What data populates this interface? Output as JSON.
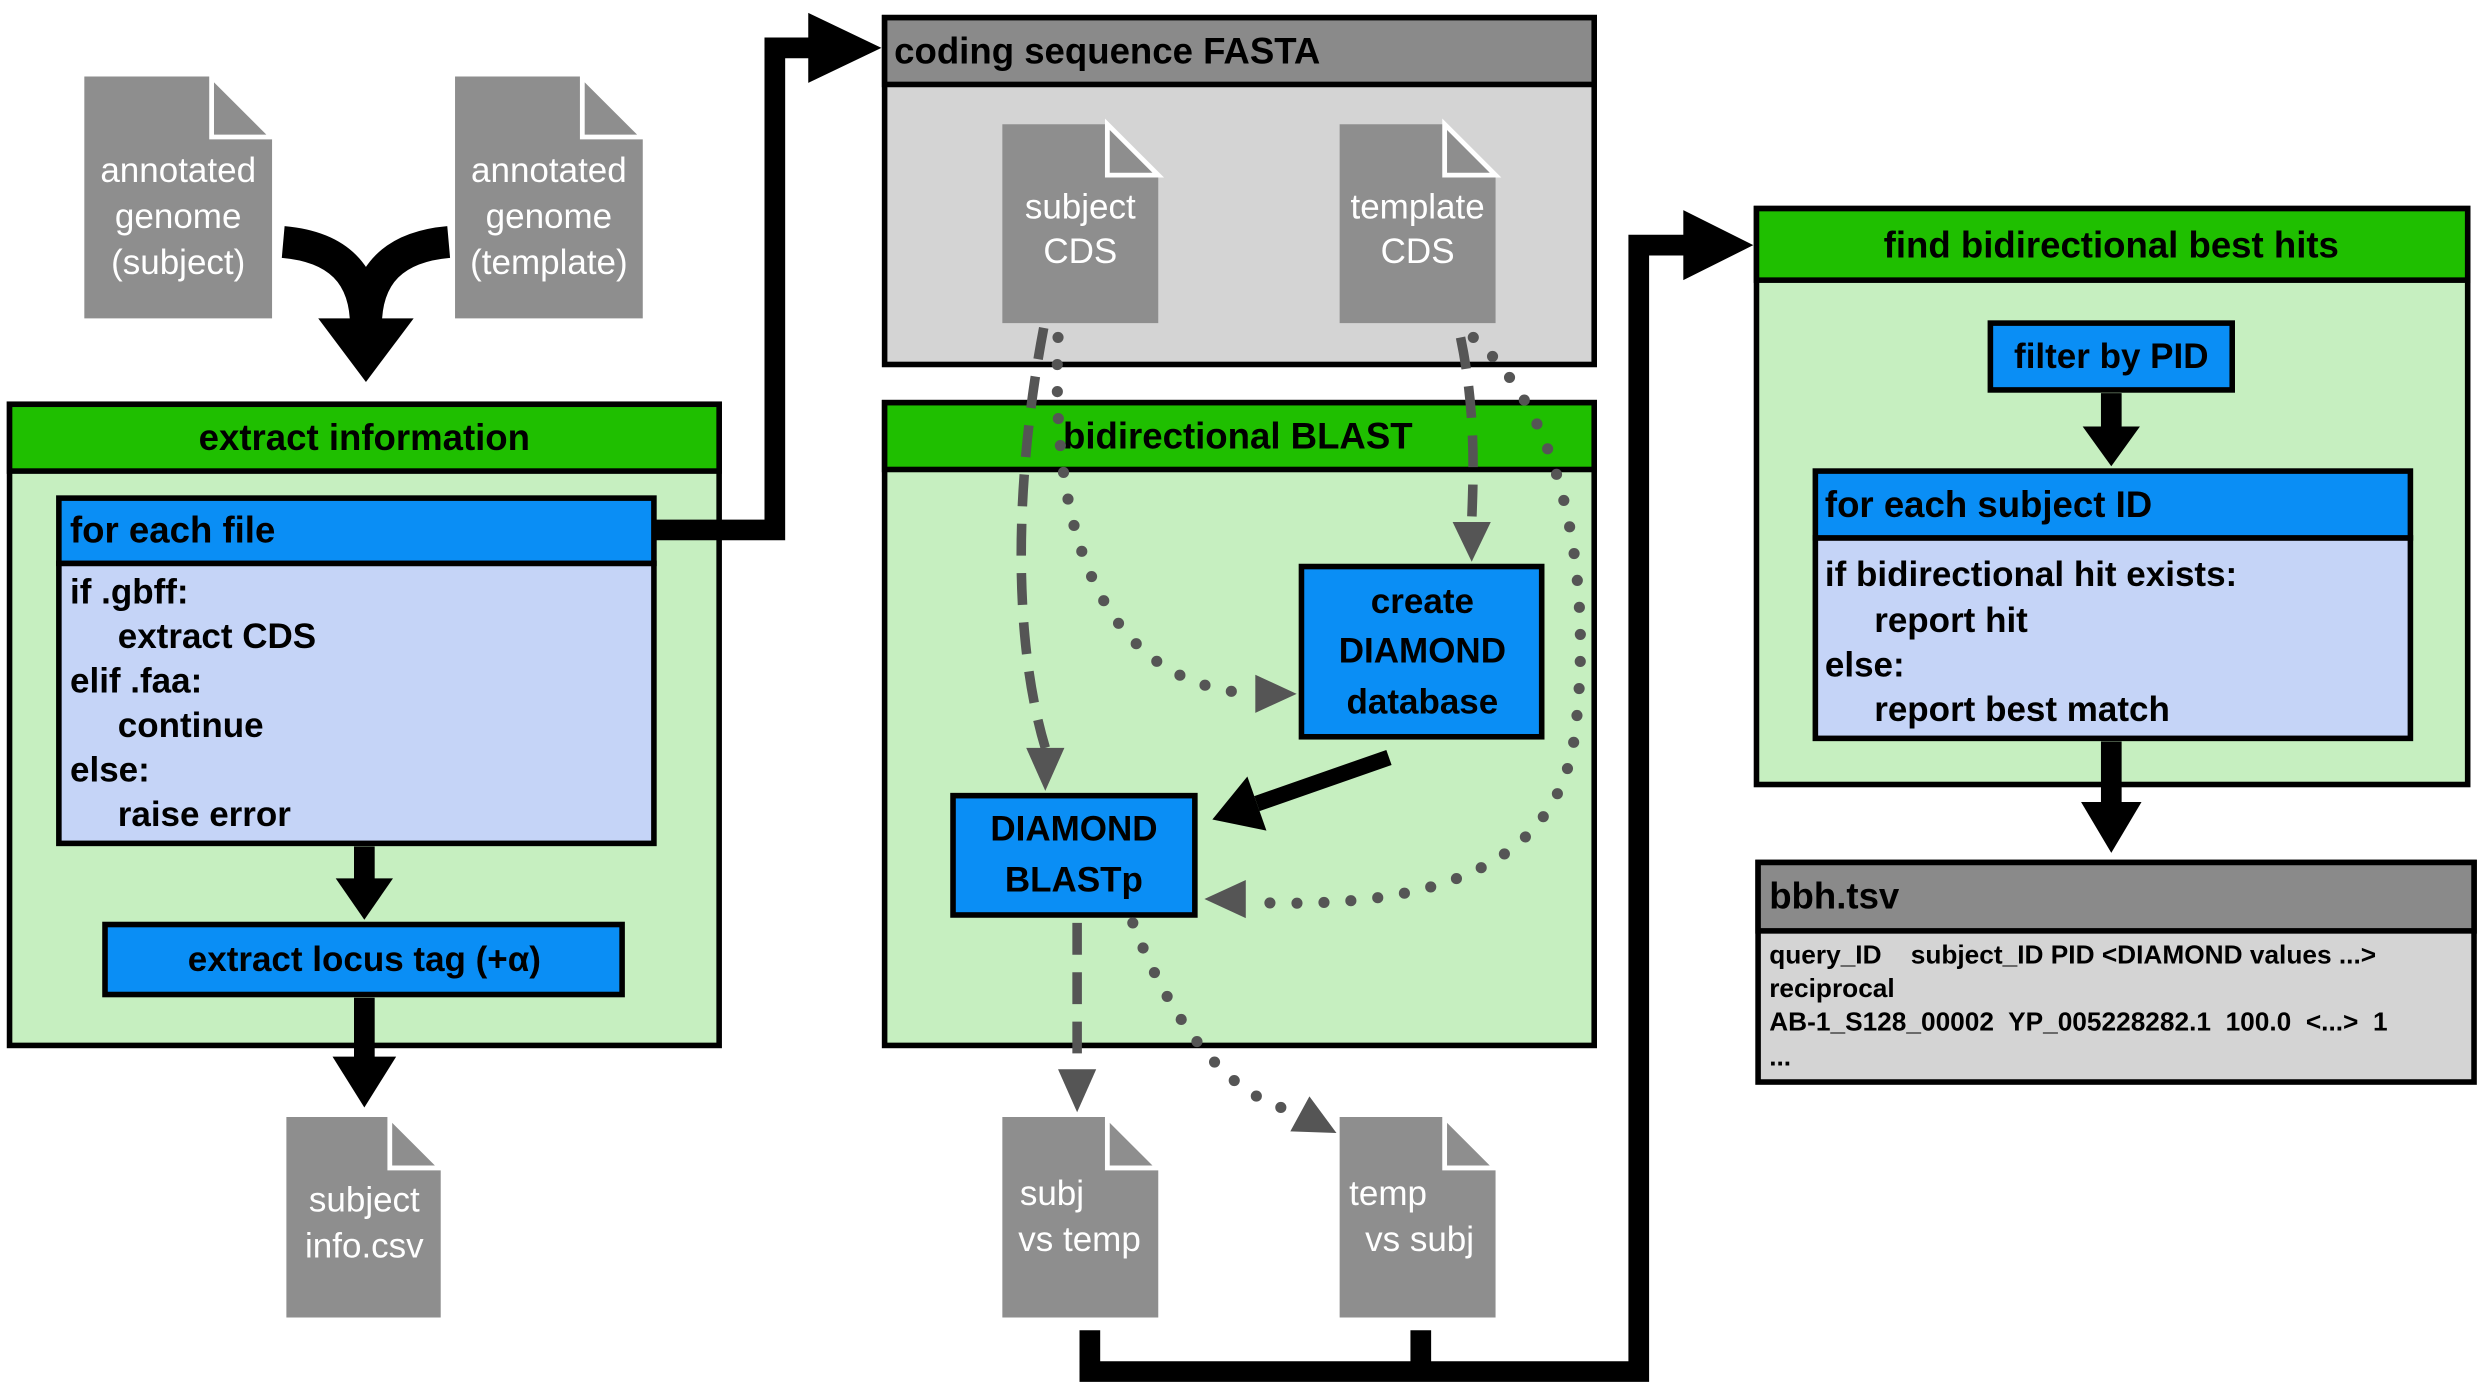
{
  "inputs": {
    "subject_genome": [
      "annotated",
      "genome",
      "(subject)"
    ],
    "template_genome": [
      "annotated",
      "genome",
      "(template)"
    ]
  },
  "extract_information": {
    "title": "extract information",
    "for_each_file": {
      "title": "for each file",
      "code": [
        "if .gbff:",
        "extract CDS",
        "elif .faa:",
        "continue",
        "else:",
        "raise error"
      ]
    },
    "locus_tag_step": "extract locus tag (+α)",
    "output_file": [
      "subject",
      "info.csv"
    ]
  },
  "coding_sequence_fasta": {
    "title": "coding sequence FASTA",
    "subject_cds": [
      "subject",
      "CDS"
    ],
    "template_cds": [
      "template",
      "CDS"
    ]
  },
  "bidirectional_blast": {
    "title": "bidirectional BLAST",
    "create_database": [
      "create",
      "DIAMOND",
      "database"
    ],
    "blastp": [
      "DIAMOND",
      "BLASTp"
    ],
    "output_subj_vs_temp": [
      "subj",
      "vs temp"
    ],
    "output_temp_vs_subj": [
      "temp",
      "vs subj"
    ]
  },
  "find_best_hits": {
    "title": "find bidirectional best hits",
    "filter_step": "filter by PID",
    "for_each_subject": {
      "title": "for each subject ID",
      "code": [
        "if bidirectional hit exists:",
        "report hit",
        "else:",
        "report best match"
      ]
    }
  },
  "bbh_tsv": {
    "title": "bbh.tsv",
    "lines": [
      "query_ID    subject_ID PID <DIAMOND values ...>",
      "reciprocal",
      "AB-1_S128_00002  YP_005228282.1  100.0  <...>  1",
      "..."
    ]
  },
  "colors": {
    "step_header_green": "#1fbf00",
    "step_body_green": "#c6efc0",
    "loop_header_blue": "#0a8ef5",
    "loop_body_lavender": "#c5d4f7",
    "file_header_gray": "#8a8a8a",
    "file_body_gray": "#d4d4d4",
    "file_icon_gray": "#8e8e8e",
    "flow_arrow_gray": "#555555"
  }
}
